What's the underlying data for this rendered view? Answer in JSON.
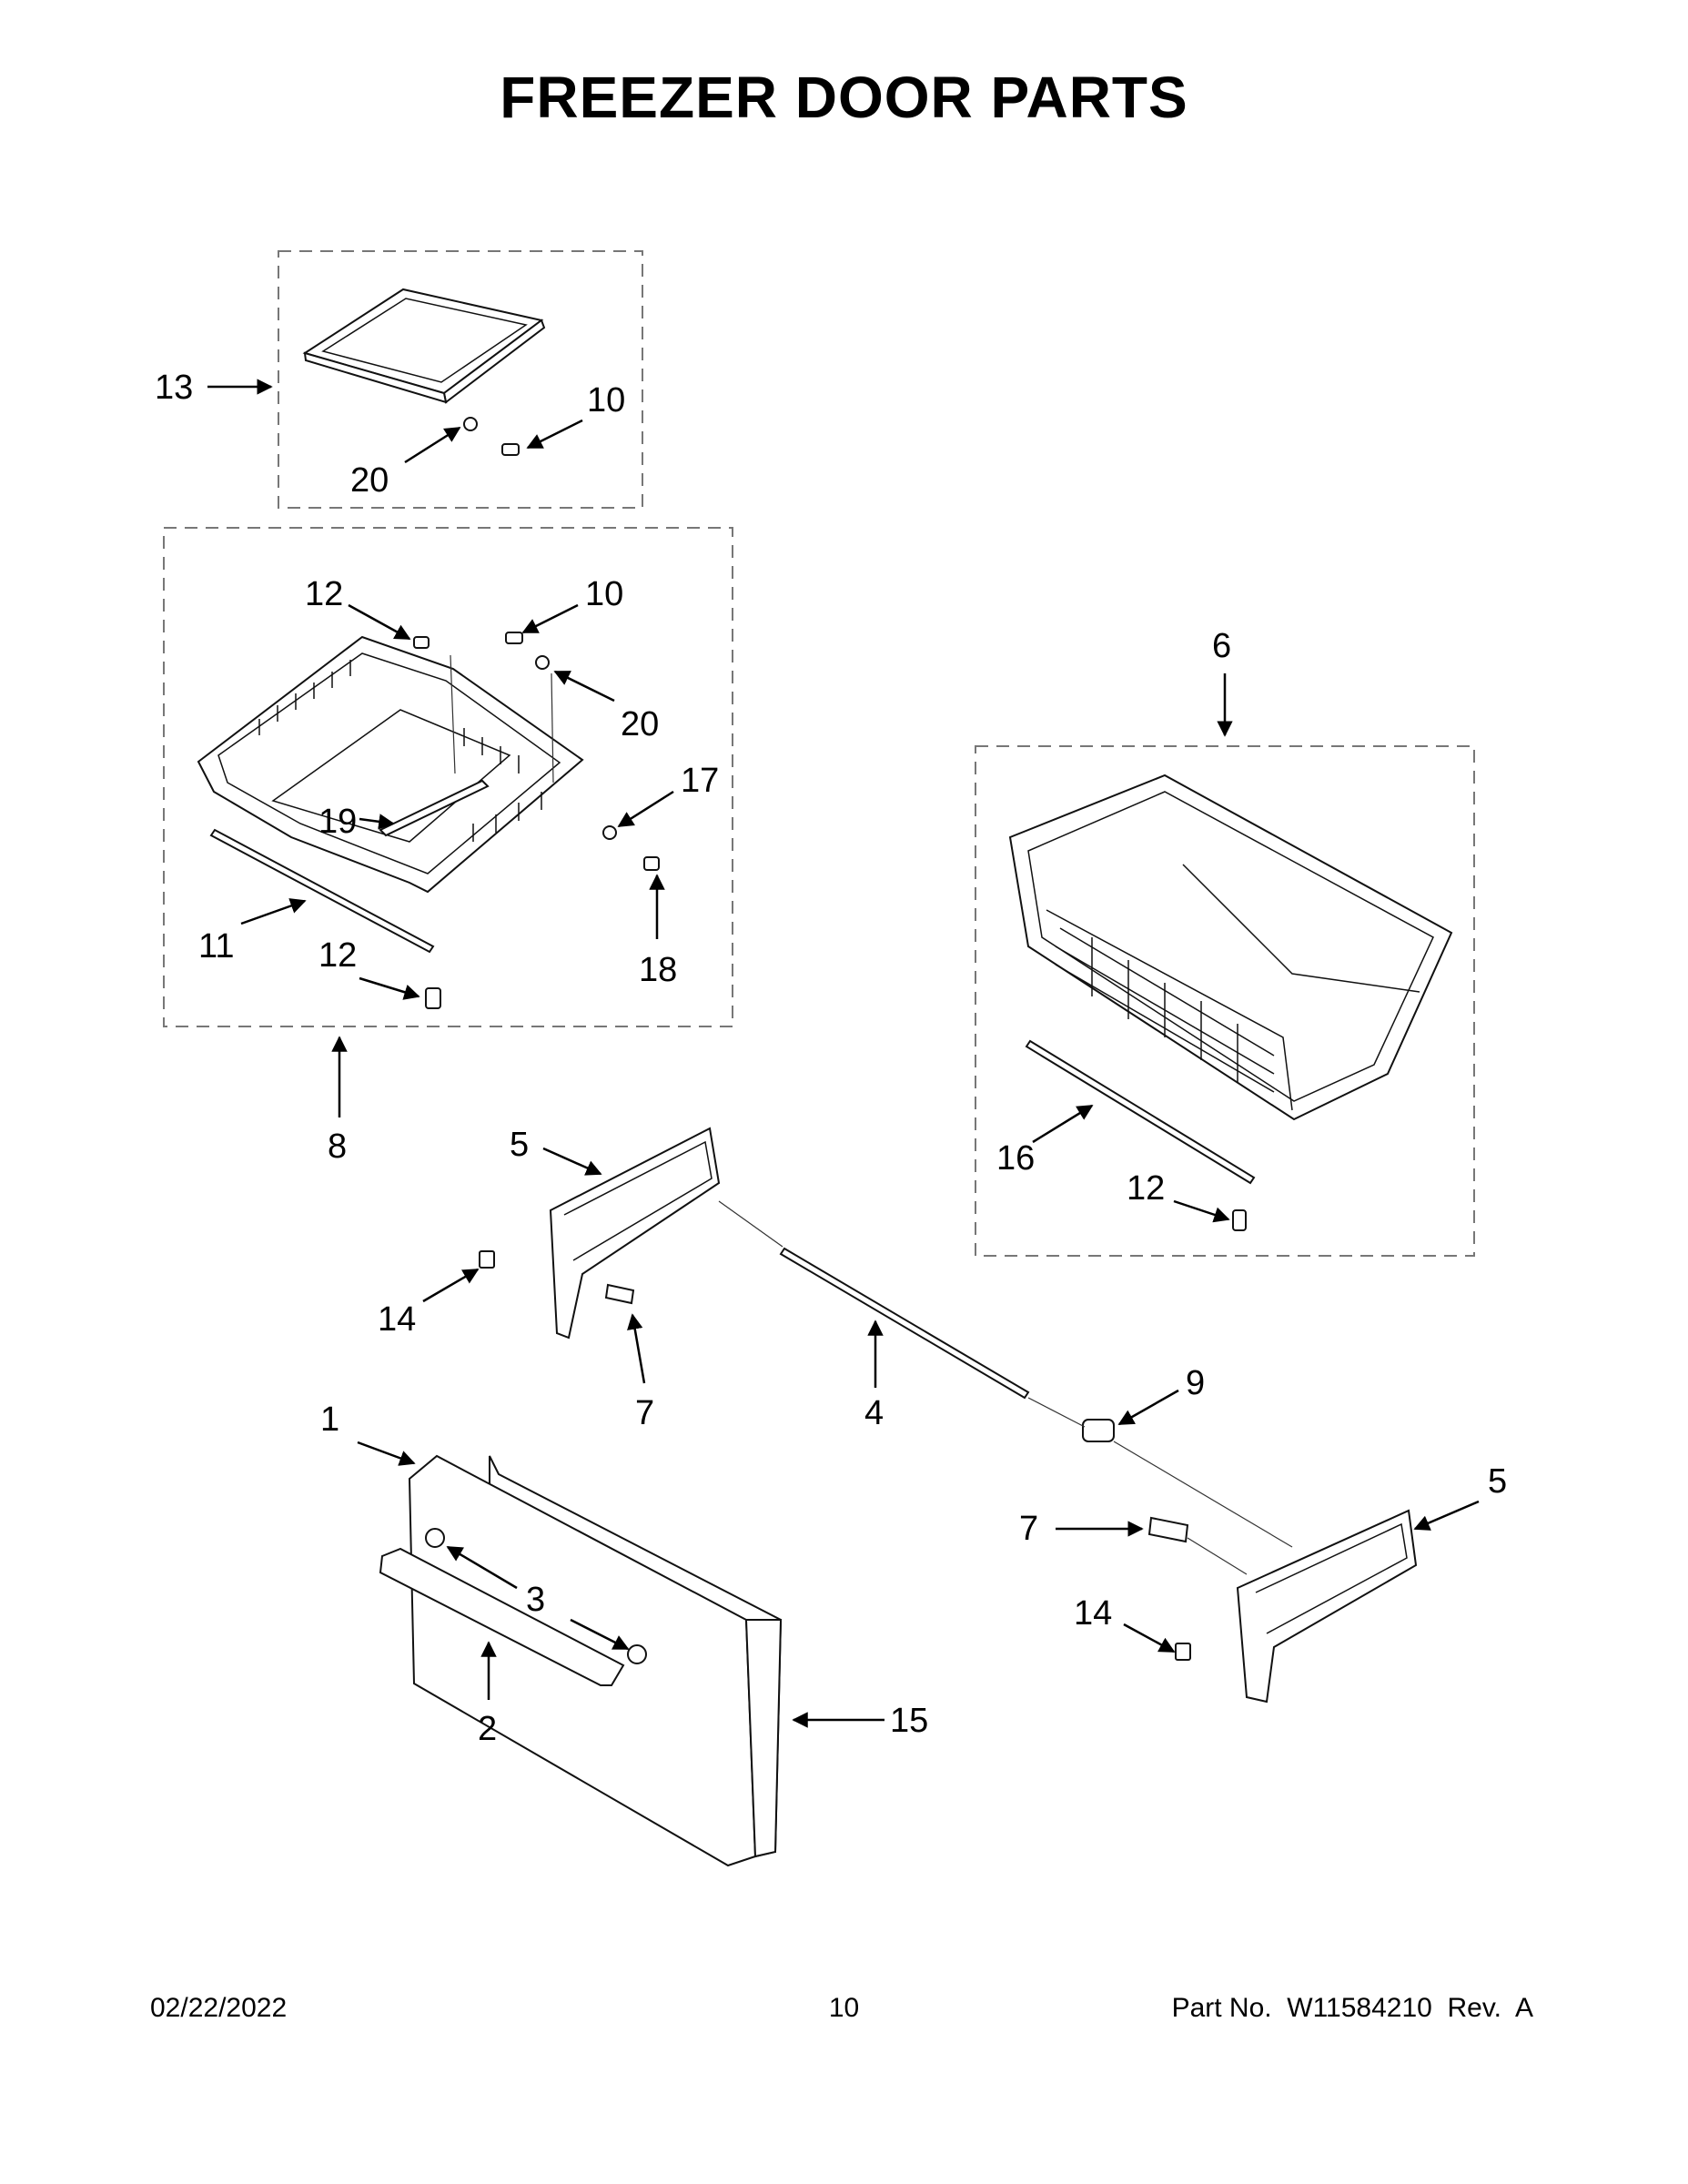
{
  "title": "FREEZER DOOR PARTS",
  "footer": {
    "date": "02/22/2022",
    "page": "10",
    "part_number": "Part No.  W11584210  Rev.  A"
  },
  "callouts": [
    {
      "label": "13"
    },
    {
      "label": "10"
    },
    {
      "label": "20"
    },
    {
      "label": "12"
    },
    {
      "label": "10"
    },
    {
      "label": "20"
    },
    {
      "label": "17"
    },
    {
      "label": "19"
    },
    {
      "label": "11"
    },
    {
      "label": "12"
    },
    {
      "label": "18"
    },
    {
      "label": "8"
    },
    {
      "label": "6"
    },
    {
      "label": "16"
    },
    {
      "label": "12"
    },
    {
      "label": "5"
    },
    {
      "label": "14"
    },
    {
      "label": "7"
    },
    {
      "label": "4"
    },
    {
      "label": "9"
    },
    {
      "label": "1"
    },
    {
      "label": "3"
    },
    {
      "label": "2"
    },
    {
      "label": "15"
    },
    {
      "label": "5"
    },
    {
      "label": "7"
    },
    {
      "label": "14"
    }
  ]
}
